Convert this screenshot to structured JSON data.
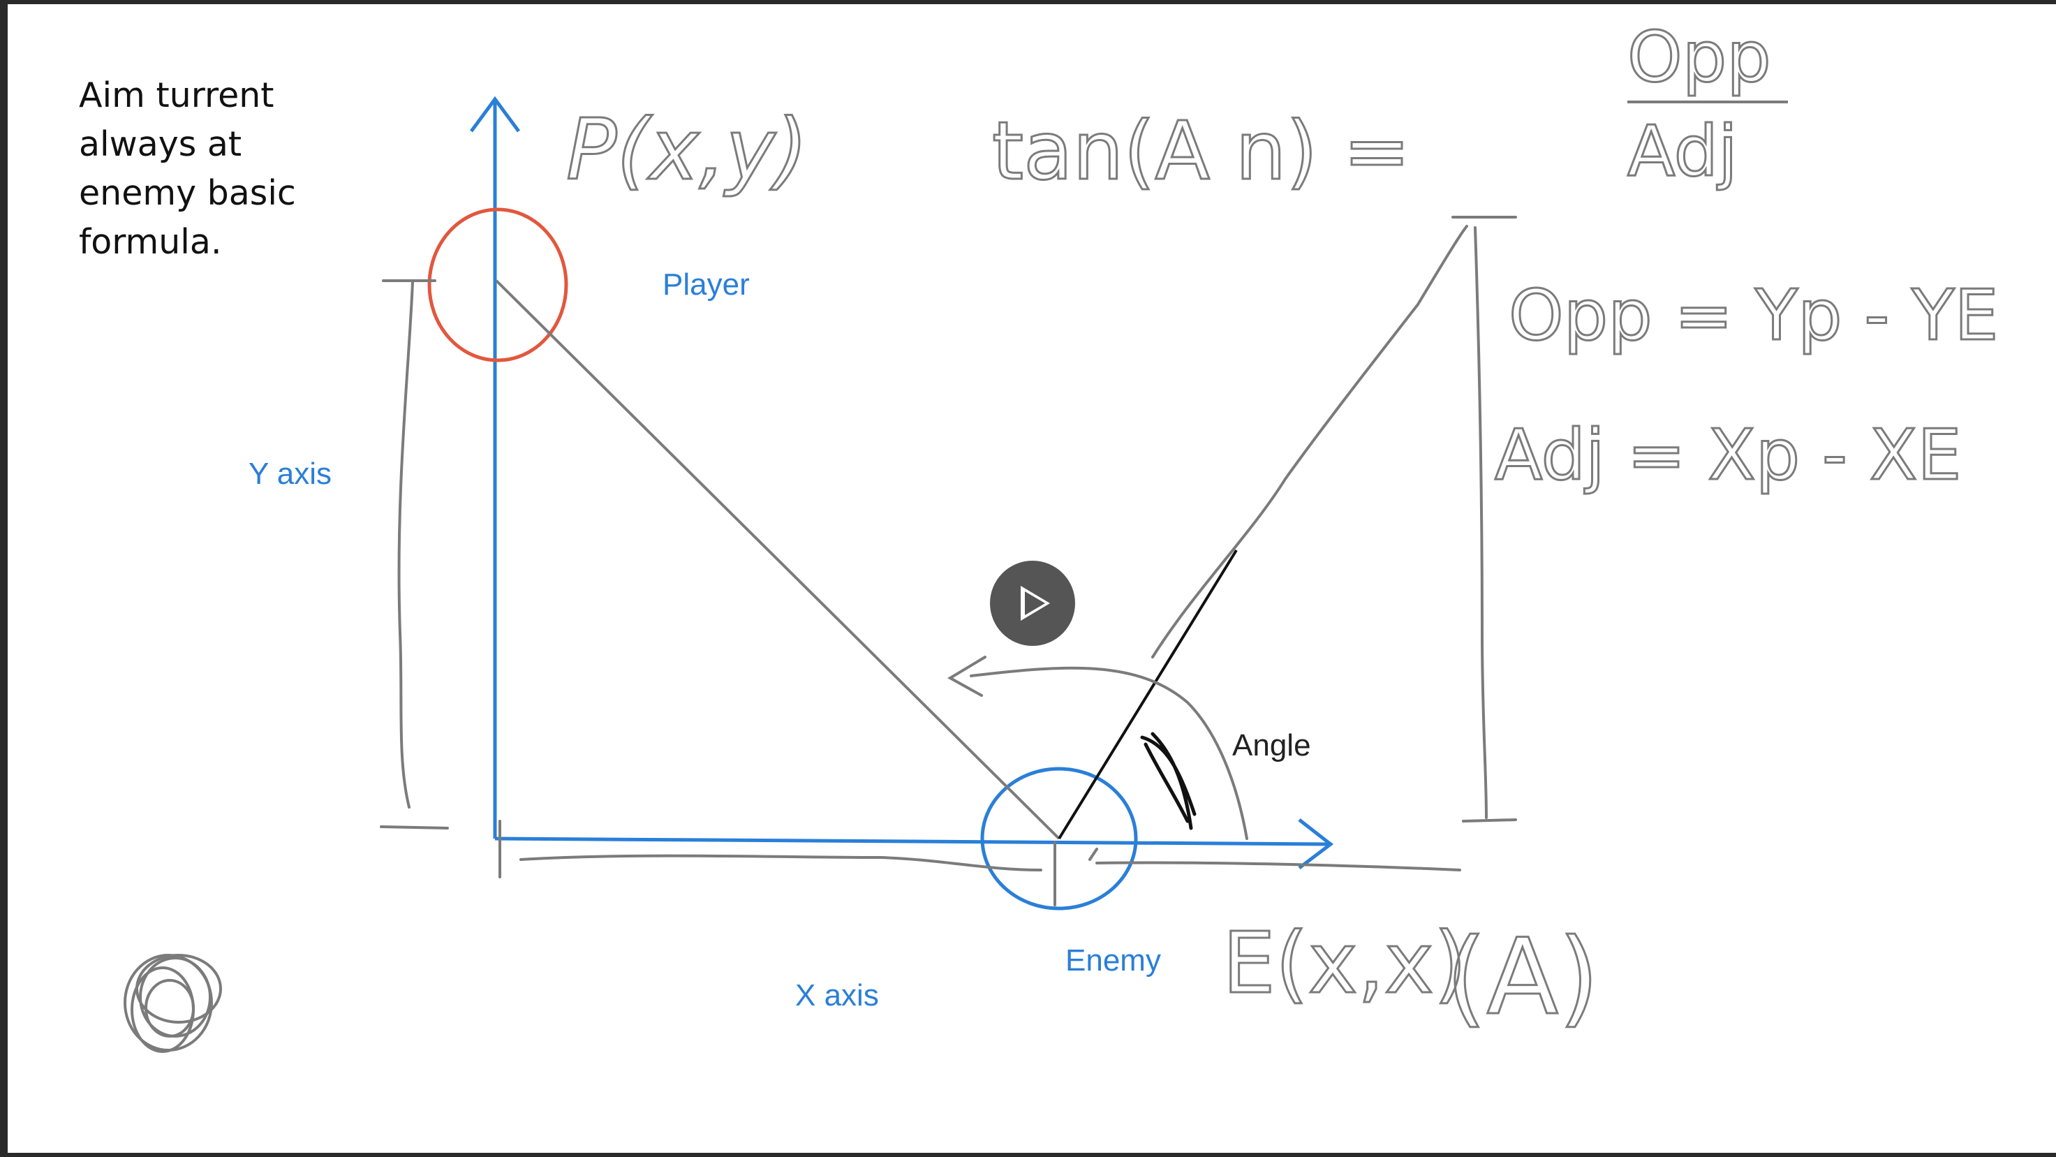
{
  "note": {
    "lines": [
      "Aim turrent",
      "always at",
      "enemy basic",
      "formula."
    ]
  },
  "labels": {
    "player": "Player",
    "enemy": "Enemy",
    "y_axis": "Y axis",
    "x_axis": "X axis",
    "angle": "Angle"
  },
  "handwriting": {
    "player_point": "P(x,y)",
    "enemy_point": "E(x,x)",
    "angle_symbol": "(A)",
    "tan_lhs": "tan(A n) =",
    "tan_numerator": "Opp",
    "tan_denominator": "Adj",
    "opp_line": "Opp = Yp - YE",
    "adj_line": "Adj = Xp - XE"
  },
  "colors": {
    "axis_blue": "#2a7fd8",
    "player_circle": "#e2573d",
    "enemy_circle": "#2a7fd8",
    "sketch_gray": "#7b7b7b",
    "ink_dark": "#111111"
  },
  "video": {
    "icon": "play-icon"
  }
}
